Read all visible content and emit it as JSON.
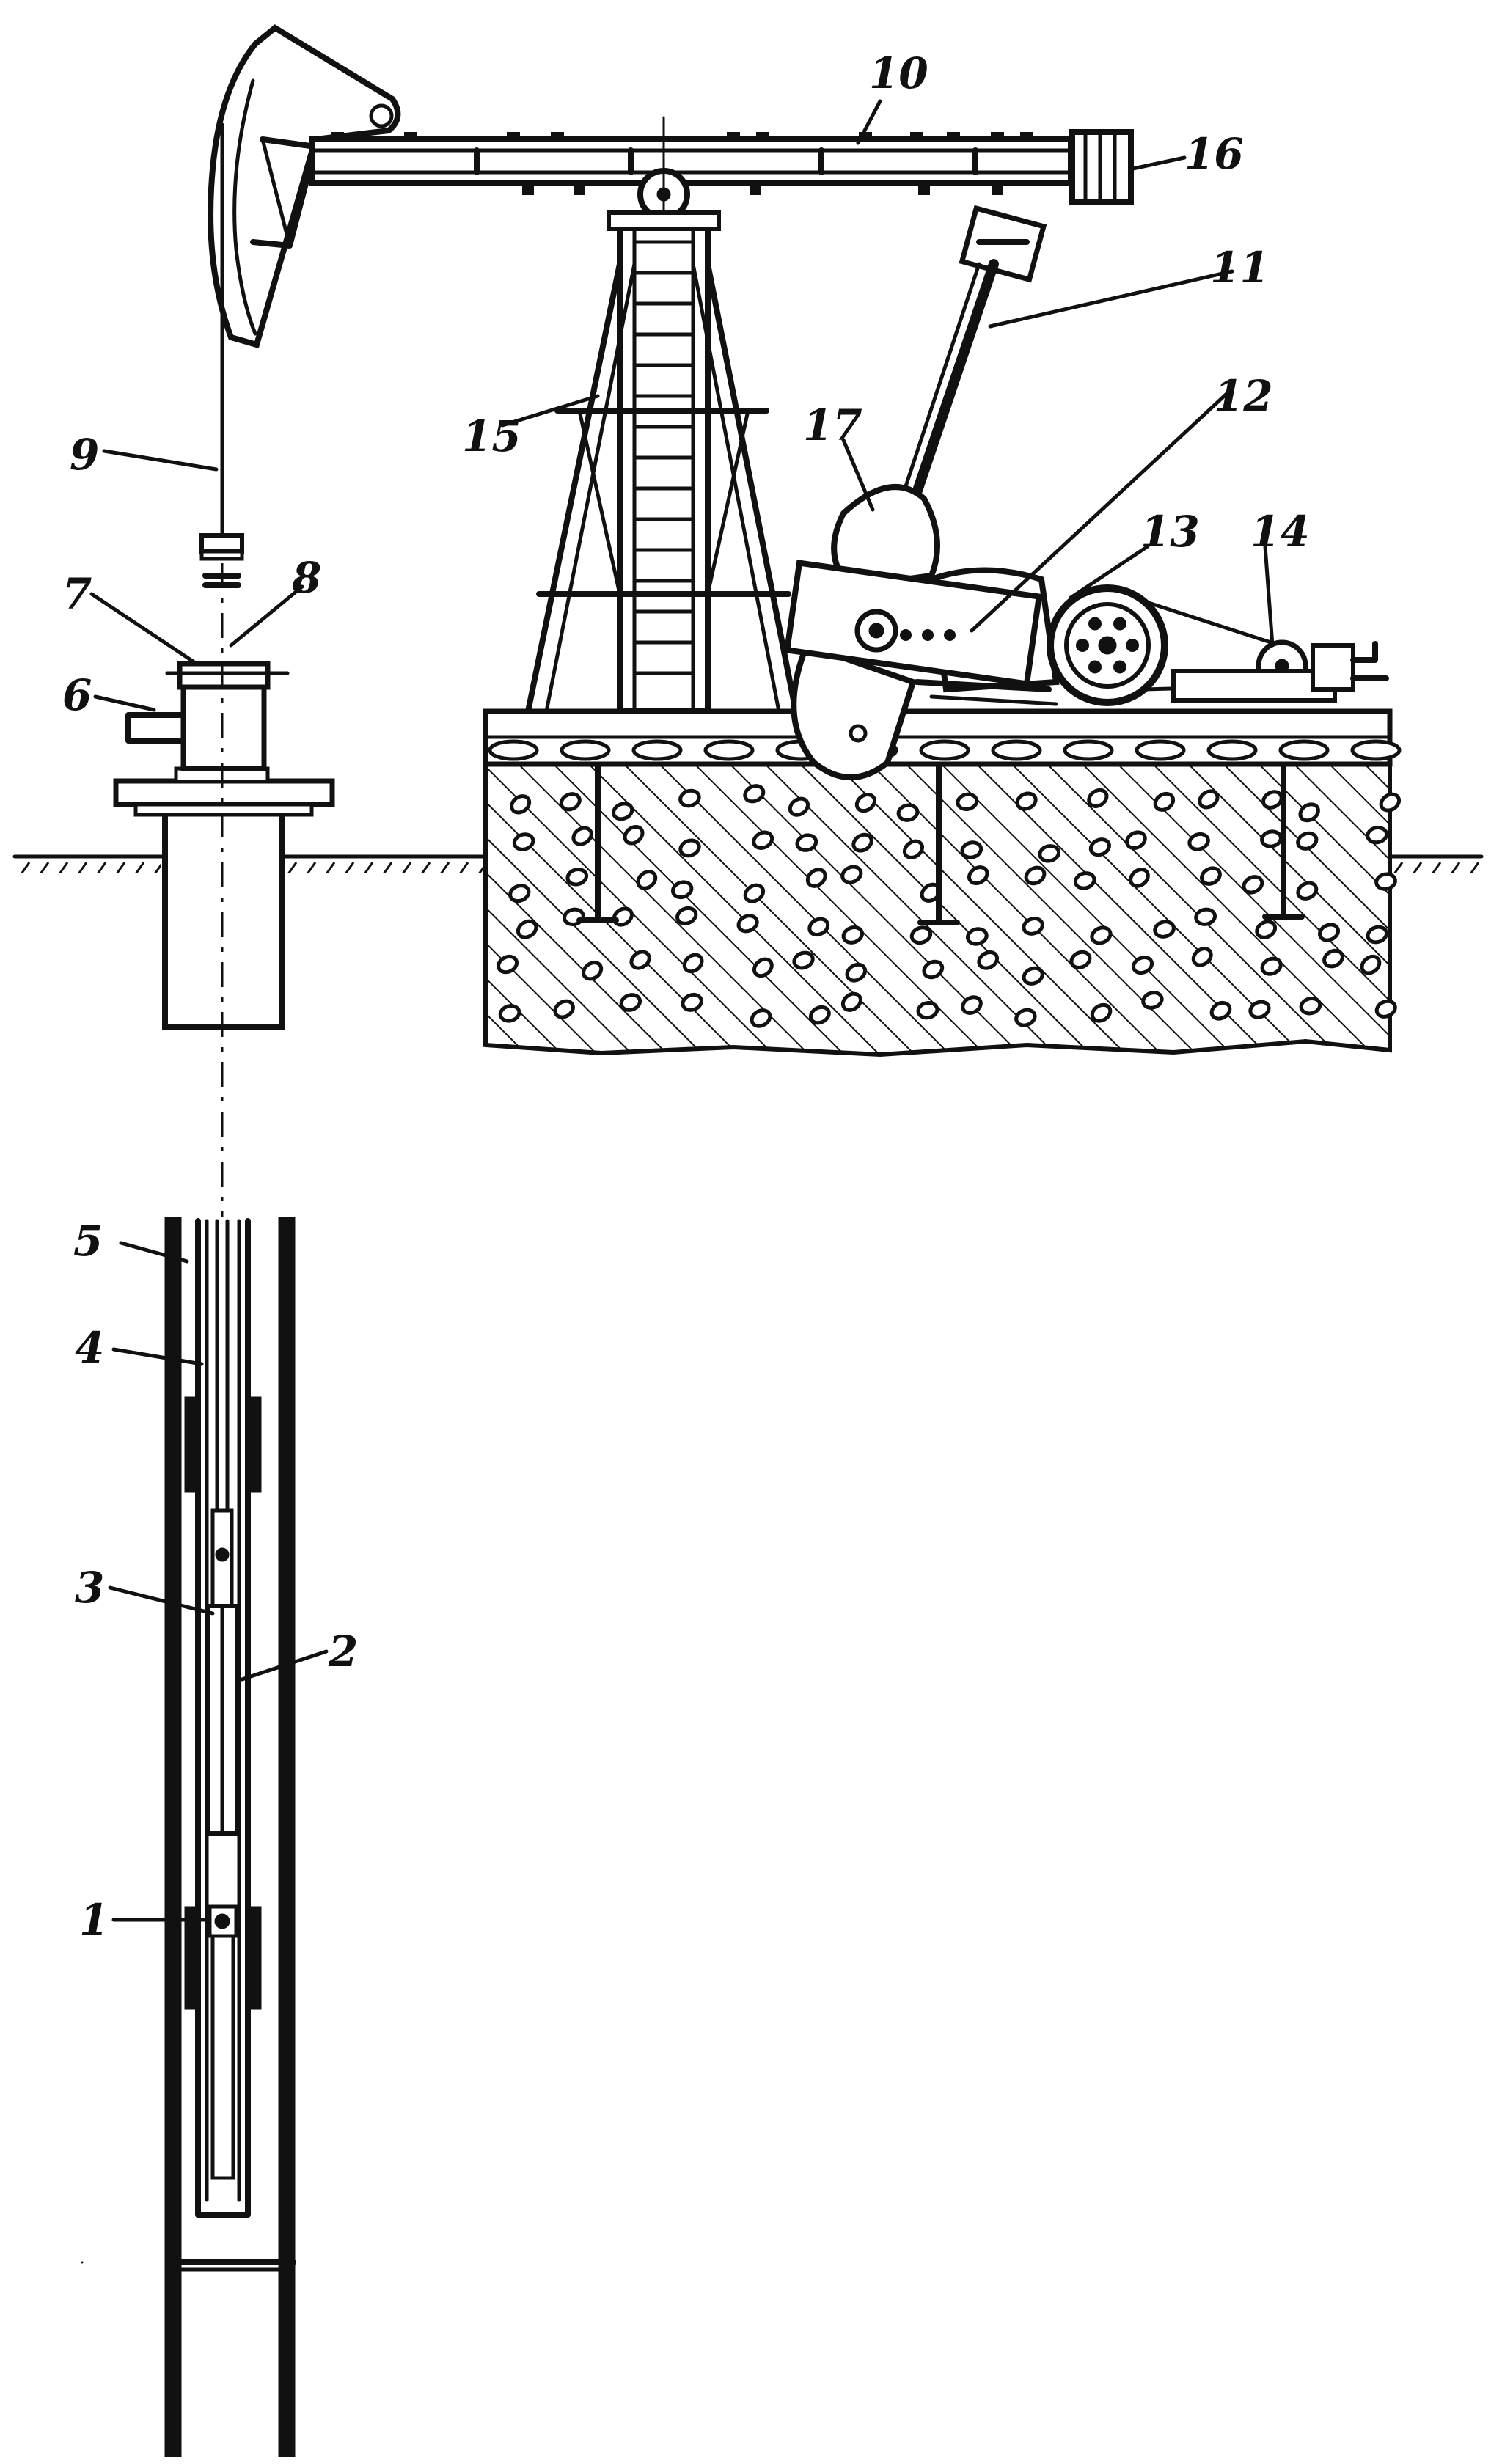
{
  "colors": {
    "ink": "#111111",
    "paper": "#ffffff"
  },
  "callouts": [
    {
      "id": "1",
      "text": "1"
    },
    {
      "id": "2",
      "text": "2"
    },
    {
      "id": "3",
      "text": "3"
    },
    {
      "id": "4",
      "text": "4"
    },
    {
      "id": "5",
      "text": "5"
    },
    {
      "id": "6",
      "text": "6"
    },
    {
      "id": "7",
      "text": "7"
    },
    {
      "id": "8",
      "text": "8"
    },
    {
      "id": "9",
      "text": "9"
    },
    {
      "id": "10",
      "text": "10"
    },
    {
      "id": "11",
      "text": "11"
    },
    {
      "id": "12",
      "text": "12"
    },
    {
      "id": "13",
      "text": "13"
    },
    {
      "id": "14",
      "text": "14"
    },
    {
      "id": "15",
      "text": "15"
    },
    {
      "id": "16",
      "text": "16"
    },
    {
      "id": "17",
      "text": "17"
    }
  ]
}
